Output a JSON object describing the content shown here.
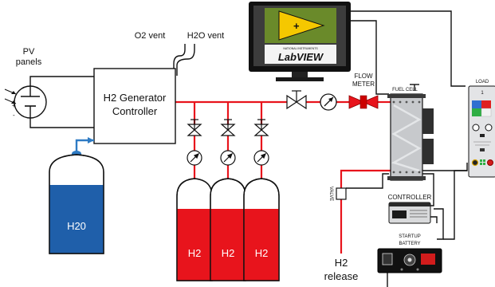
{
  "labels": {
    "pv_panels_line1": "PV",
    "pv_panels_line2": "panels",
    "generator_line1": "H2 Generator",
    "generator_line2": "Controller",
    "o2_vent": "O2 vent",
    "h2o_vent": "H2O vent",
    "water_tank": "H20",
    "cylinder_1": "H2",
    "cylinder_2": "H2",
    "cylinder_3": "H2",
    "flow_meter_line1": "FLOW",
    "flow_meter_line2": "METER",
    "fuel_cell": "FUEL CELL",
    "load": "LOAD",
    "valve": "VALVE",
    "controller": "CONTROLLER",
    "startup_battery_line1": "STARTUP",
    "startup_battery_line2": "BATTERY",
    "h2_release_line1": "H2",
    "h2_release_line2": "release",
    "labview_small": "NATIONAL INSTRUMENTS",
    "labview_logo": "LabVIEW",
    "plus_sign": "+",
    "minus_sign": "-",
    "load_digit": "1"
  },
  "colors": {
    "h2_line": "#e8141c",
    "water": "#1f5faa",
    "wire": "#111111",
    "inlet": "#2e7bc4"
  }
}
